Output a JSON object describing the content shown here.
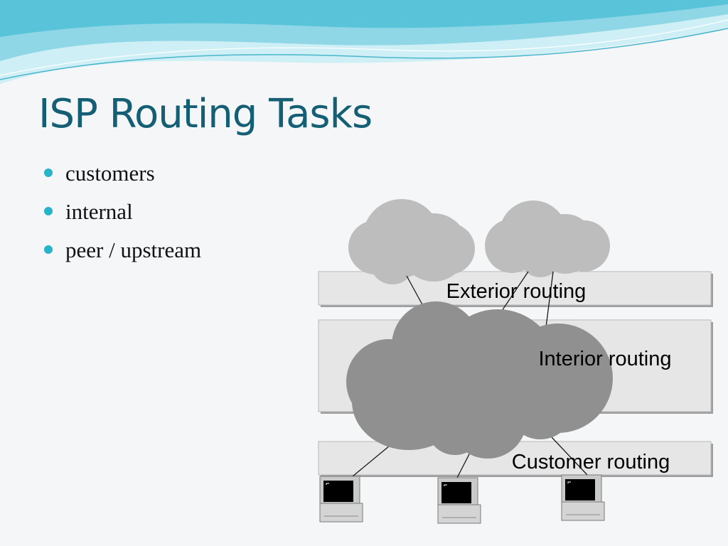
{
  "slide": {
    "title": "ISP Routing Tasks",
    "bullets": [
      "customers",
      "internal",
      "peer / upstream"
    ]
  },
  "diagram": {
    "layers": [
      {
        "name": "exterior",
        "label": "Exterior routing"
      },
      {
        "name": "interior",
        "label": "Interior routing"
      },
      {
        "name": "customer",
        "label": "Customer routing"
      }
    ],
    "clouds": [
      "upstream-cloud-left",
      "upstream-cloud-right",
      "isp-internal-cloud"
    ],
    "terminals": 3
  },
  "colors": {
    "title": "#155f75",
    "bullet": "#27b3c9",
    "layer_fill": "#e6e6e6",
    "external_cloud": "#bdbdbd",
    "isp_cloud": "#909090",
    "wave_light": "#cdeff5",
    "wave_dark": "#59c3d9"
  },
  "icons": [
    "bullet-dot-icon",
    "cloud-icon",
    "computer-terminal-icon"
  ]
}
